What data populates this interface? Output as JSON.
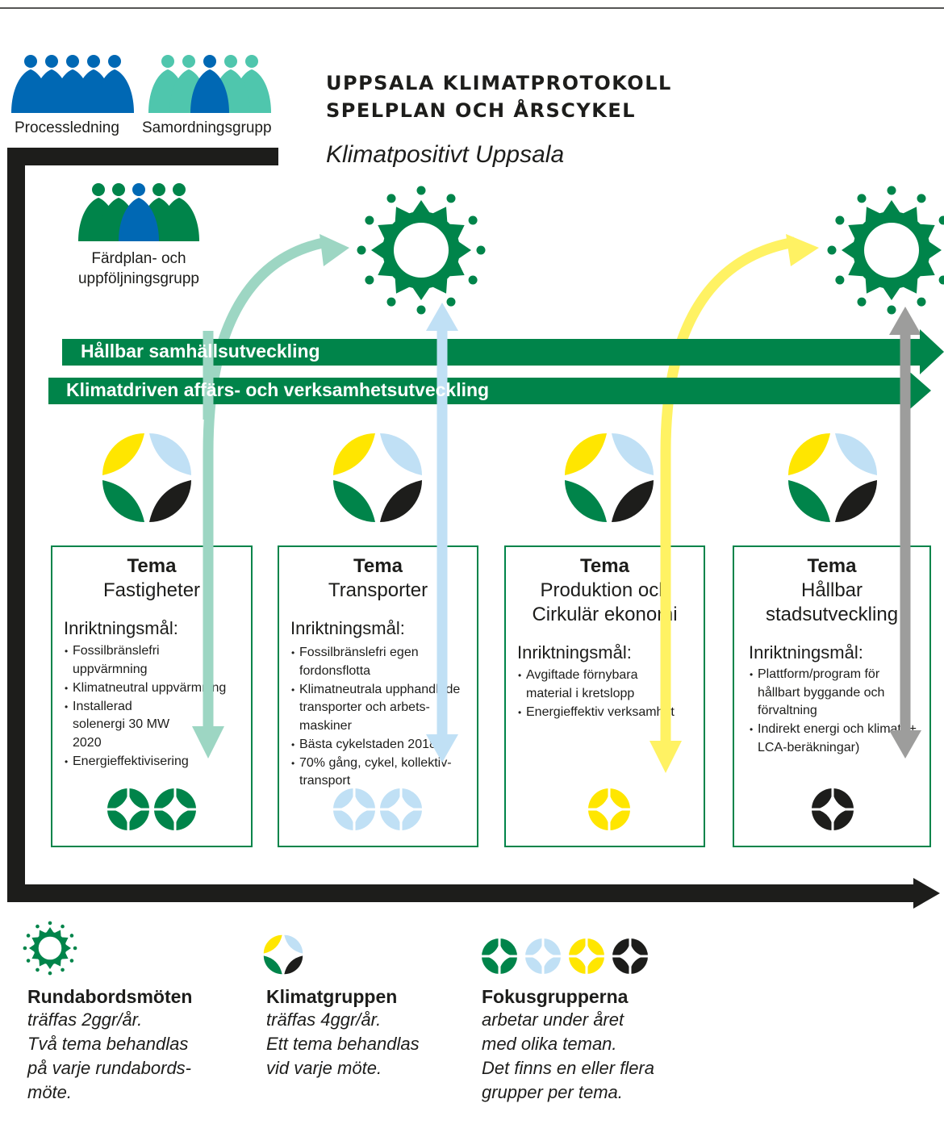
{
  "colors": {
    "green": "#00844a",
    "blue": "#0068b4",
    "teal": "#4fc6ad",
    "light_blue": "#c0e0f5",
    "yellow": "#ffe600",
    "black": "#1d1d1b",
    "arrow_teal": "#9dd6c3",
    "arrow_yellow": "#fff263",
    "arrow_gray": "#9d9d9c"
  },
  "groups": {
    "process": "Processledning",
    "coord": "Samordningsgrupp",
    "roadmap_line1": "Färdplan- och",
    "roadmap_line2": "uppföljningsgrupp"
  },
  "header": {
    "title_line1": "UPPSALA KLIMATPROTOKOLL",
    "title_line2": "SPELPLAN OCH ÅRSCYKEL",
    "subtitle": "Klimatpositivt Uppsala"
  },
  "bands": {
    "top": "Hållbar samhällsutveckling",
    "bottom": "Klimatdriven affärs- och verksamhetsutveckling"
  },
  "themes": [
    {
      "tema": "Tema",
      "name_lines": [
        "Fastigheter"
      ],
      "goal_label": "Inriktningsmål:",
      "items": [
        "Fossilbränslefri uppvärmning",
        "Klimatneutral uppvärmning",
        "Installerad solenergi 30 MW 2020",
        "Energieffektivisering"
      ],
      "focus_icon": "green-star-icon",
      "focus_count": 2
    },
    {
      "tema": "Tema",
      "name_lines": [
        "Transporter"
      ],
      "goal_label": "Inriktningsmål:",
      "items": [
        "Fossilbränslefri egen fordonsflotta",
        "Klimatneutrala upphandlade transporter och arbets-maskiner",
        "Bästa cykelstaden 2018",
        "70% gång, cykel, kollektiv-transport"
      ],
      "focus_icon": "light-blue-star-icon",
      "focus_count": 2
    },
    {
      "tema": "Tema",
      "name_lines": [
        "Produktion och",
        "Cirkulär ekonomi"
      ],
      "goal_label": "Inriktningsmål:",
      "items": [
        "Avgiftade förnybara material i kretslopp",
        "Energieffektiv verksamhet"
      ],
      "focus_icon": "yellow-star-icon",
      "focus_count": 1
    },
    {
      "tema": "Tema",
      "name_lines": [
        "Hållbar",
        "stadsutveckling"
      ],
      "goal_label": "Inriktningsmål:",
      "items": [
        "Plattform/program för hållbart byggande och förvaltning",
        "Indirekt energi och klimat (+ LCA-beräkningar)"
      ],
      "focus_icon": "black-star-icon",
      "focus_count": 1
    }
  ],
  "legend": [
    {
      "icon": "sun-icon",
      "title": "Rundabordsmöten",
      "lines": [
        "träffas 2ggr/år.",
        "Två tema behandlas",
        "på varje rundabords-",
        "möte."
      ]
    },
    {
      "icon": "climate-group-icon",
      "title": "Klimatgruppen",
      "lines": [
        "träffas 4ggr/år.",
        "Ett tema behandlas",
        "vid varje möte."
      ]
    },
    {
      "icon": "focus-stars-icon",
      "title": "Fokusgrupperna",
      "lines": [
        "arbetar under året",
        "med olika teman.",
        "Det finns en eller flera",
        "grupper per tema."
      ]
    }
  ]
}
